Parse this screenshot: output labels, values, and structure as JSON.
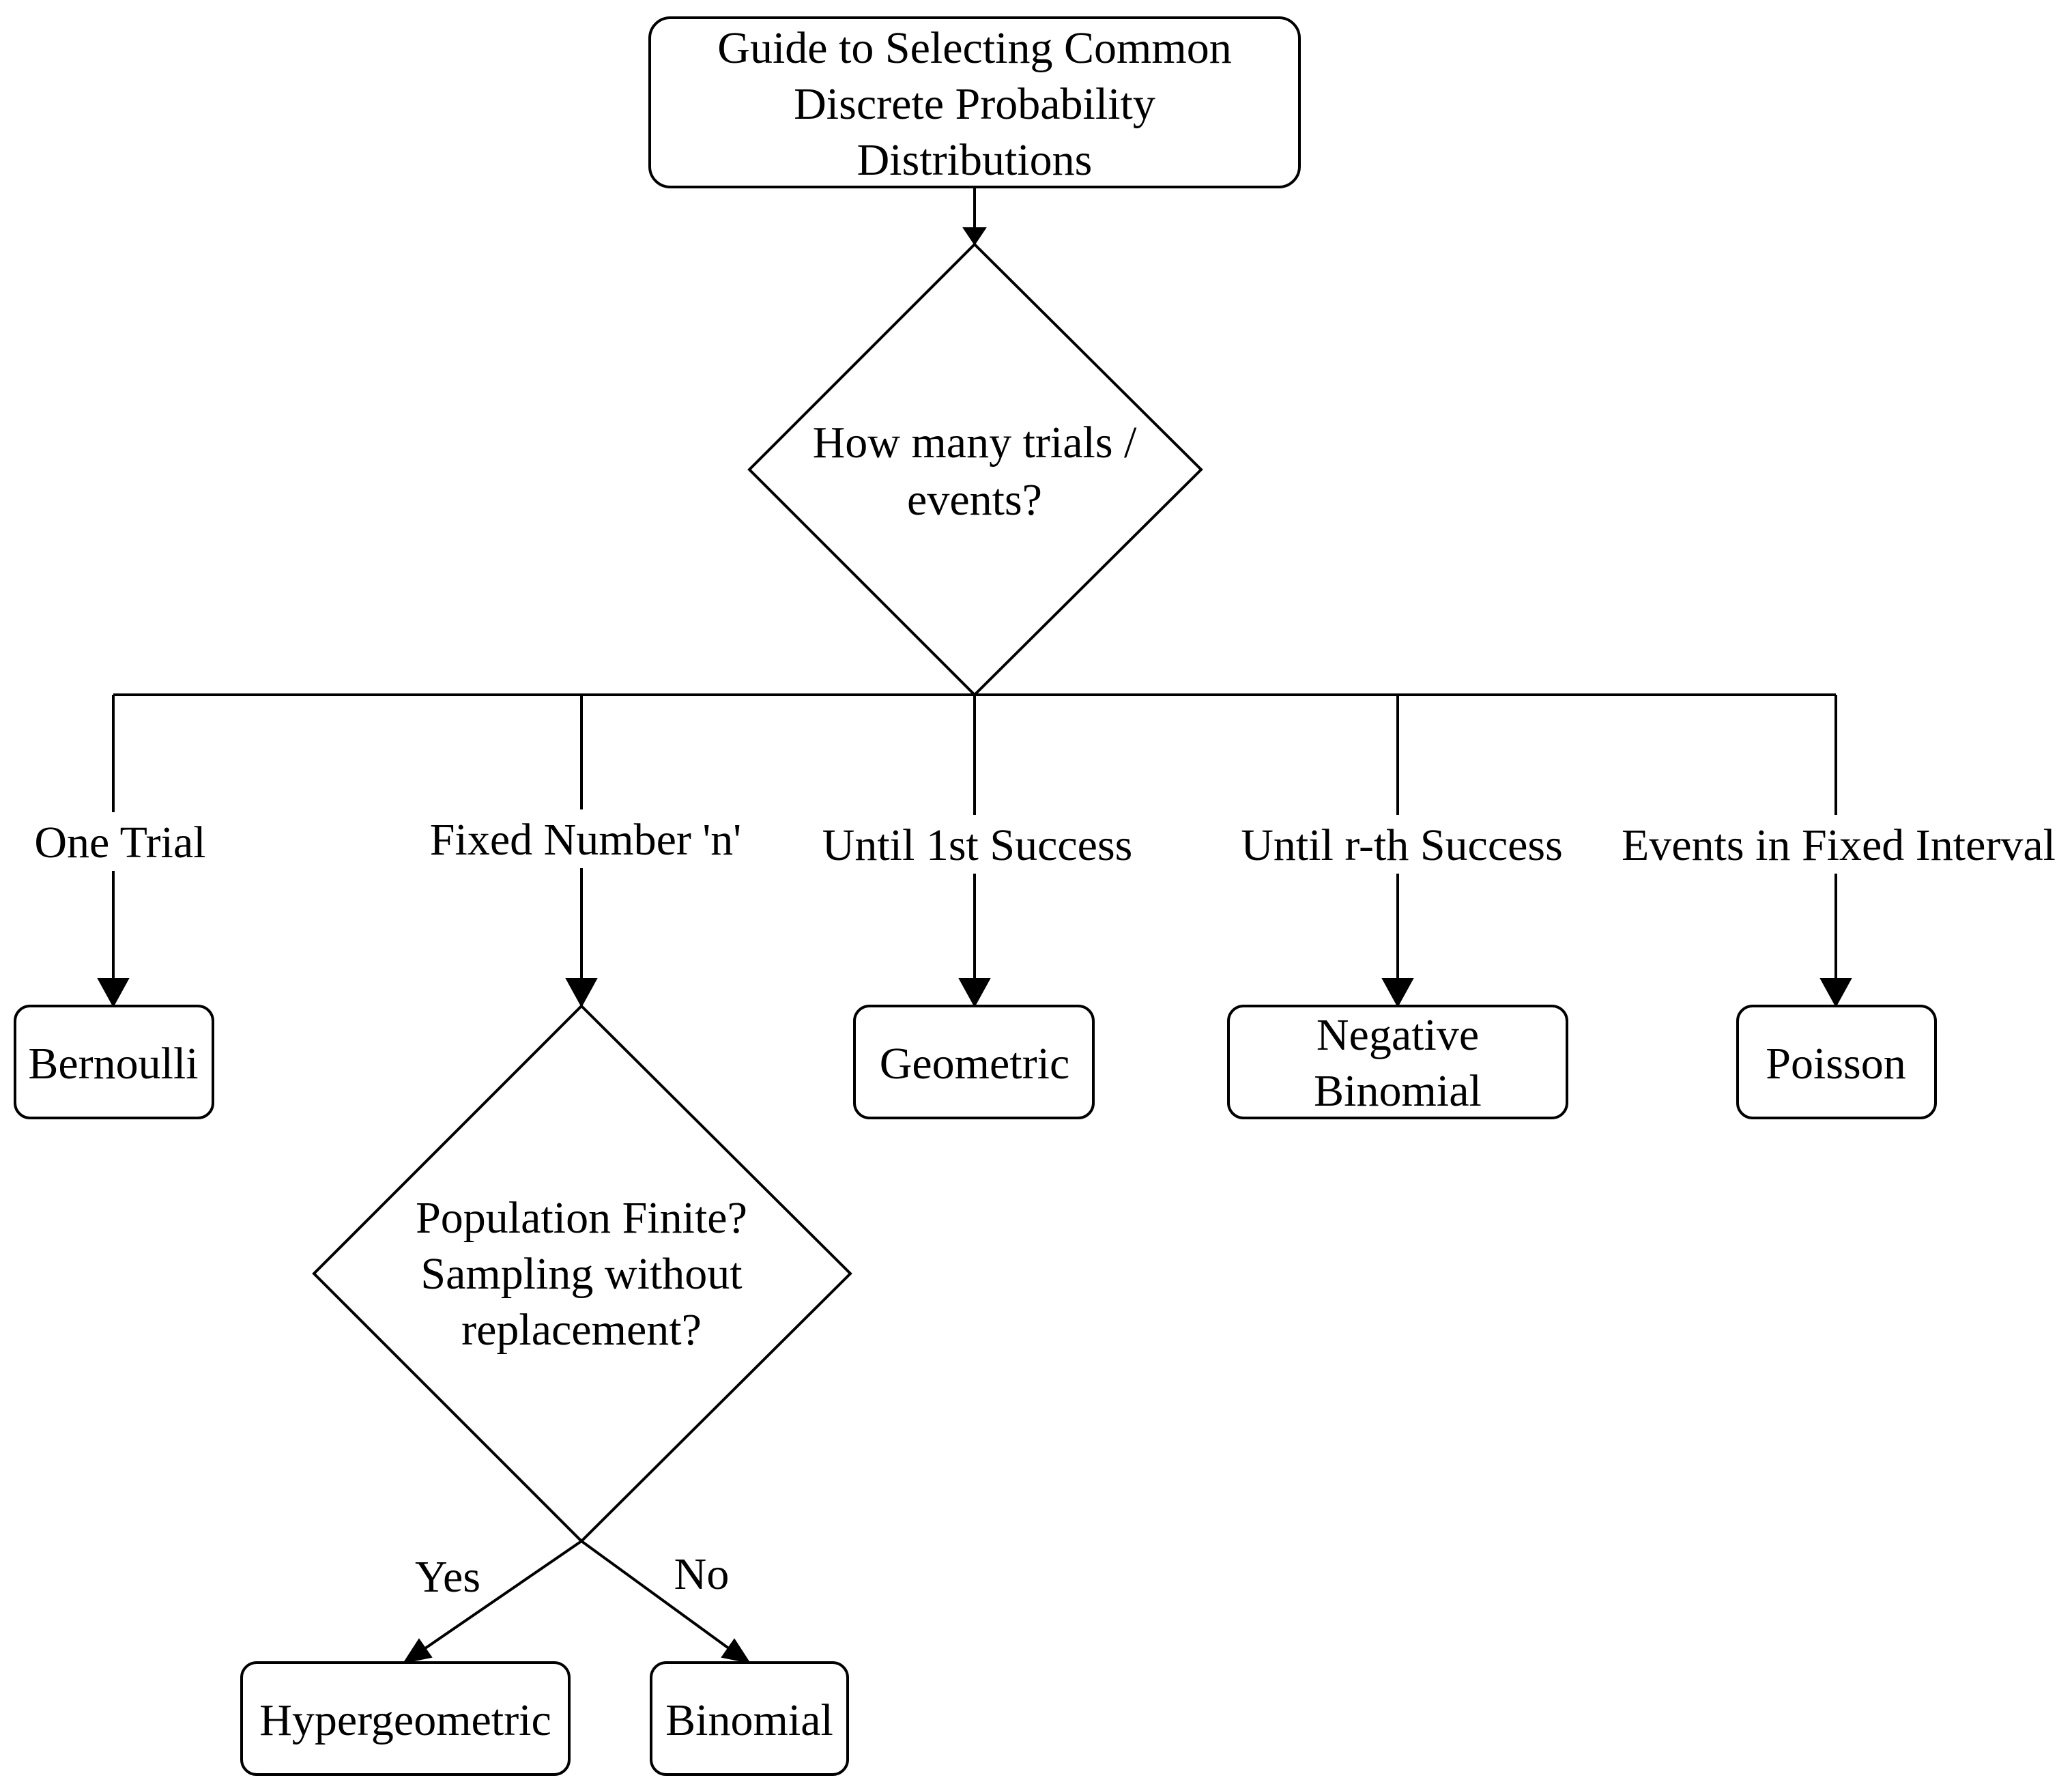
{
  "diagram": {
    "title_lines": [
      "Guide to Selecting Common",
      "Discrete Probability",
      "Distributions"
    ],
    "decision_trials": [
      "How many trials /",
      "events?"
    ],
    "branch_labels": {
      "one_trial": "One Trial",
      "fixed_n": "Fixed Number 'n'",
      "until_first": "Until 1st Success",
      "until_rth": "Until r-th Success",
      "fixed_interval": "Events in Fixed Interval"
    },
    "outcomes": {
      "bernoulli": "Bernoulli",
      "geometric": "Geometric",
      "negative_binomial": [
        "Negative",
        "Binomial"
      ],
      "poisson": "Poisson",
      "hypergeometric": "Hypergeometric",
      "binomial": "Binomial"
    },
    "decision_population": [
      "Population Finite?",
      "Sampling without",
      "replacement?"
    ],
    "answer_labels": {
      "yes": "Yes",
      "no": "No"
    }
  }
}
